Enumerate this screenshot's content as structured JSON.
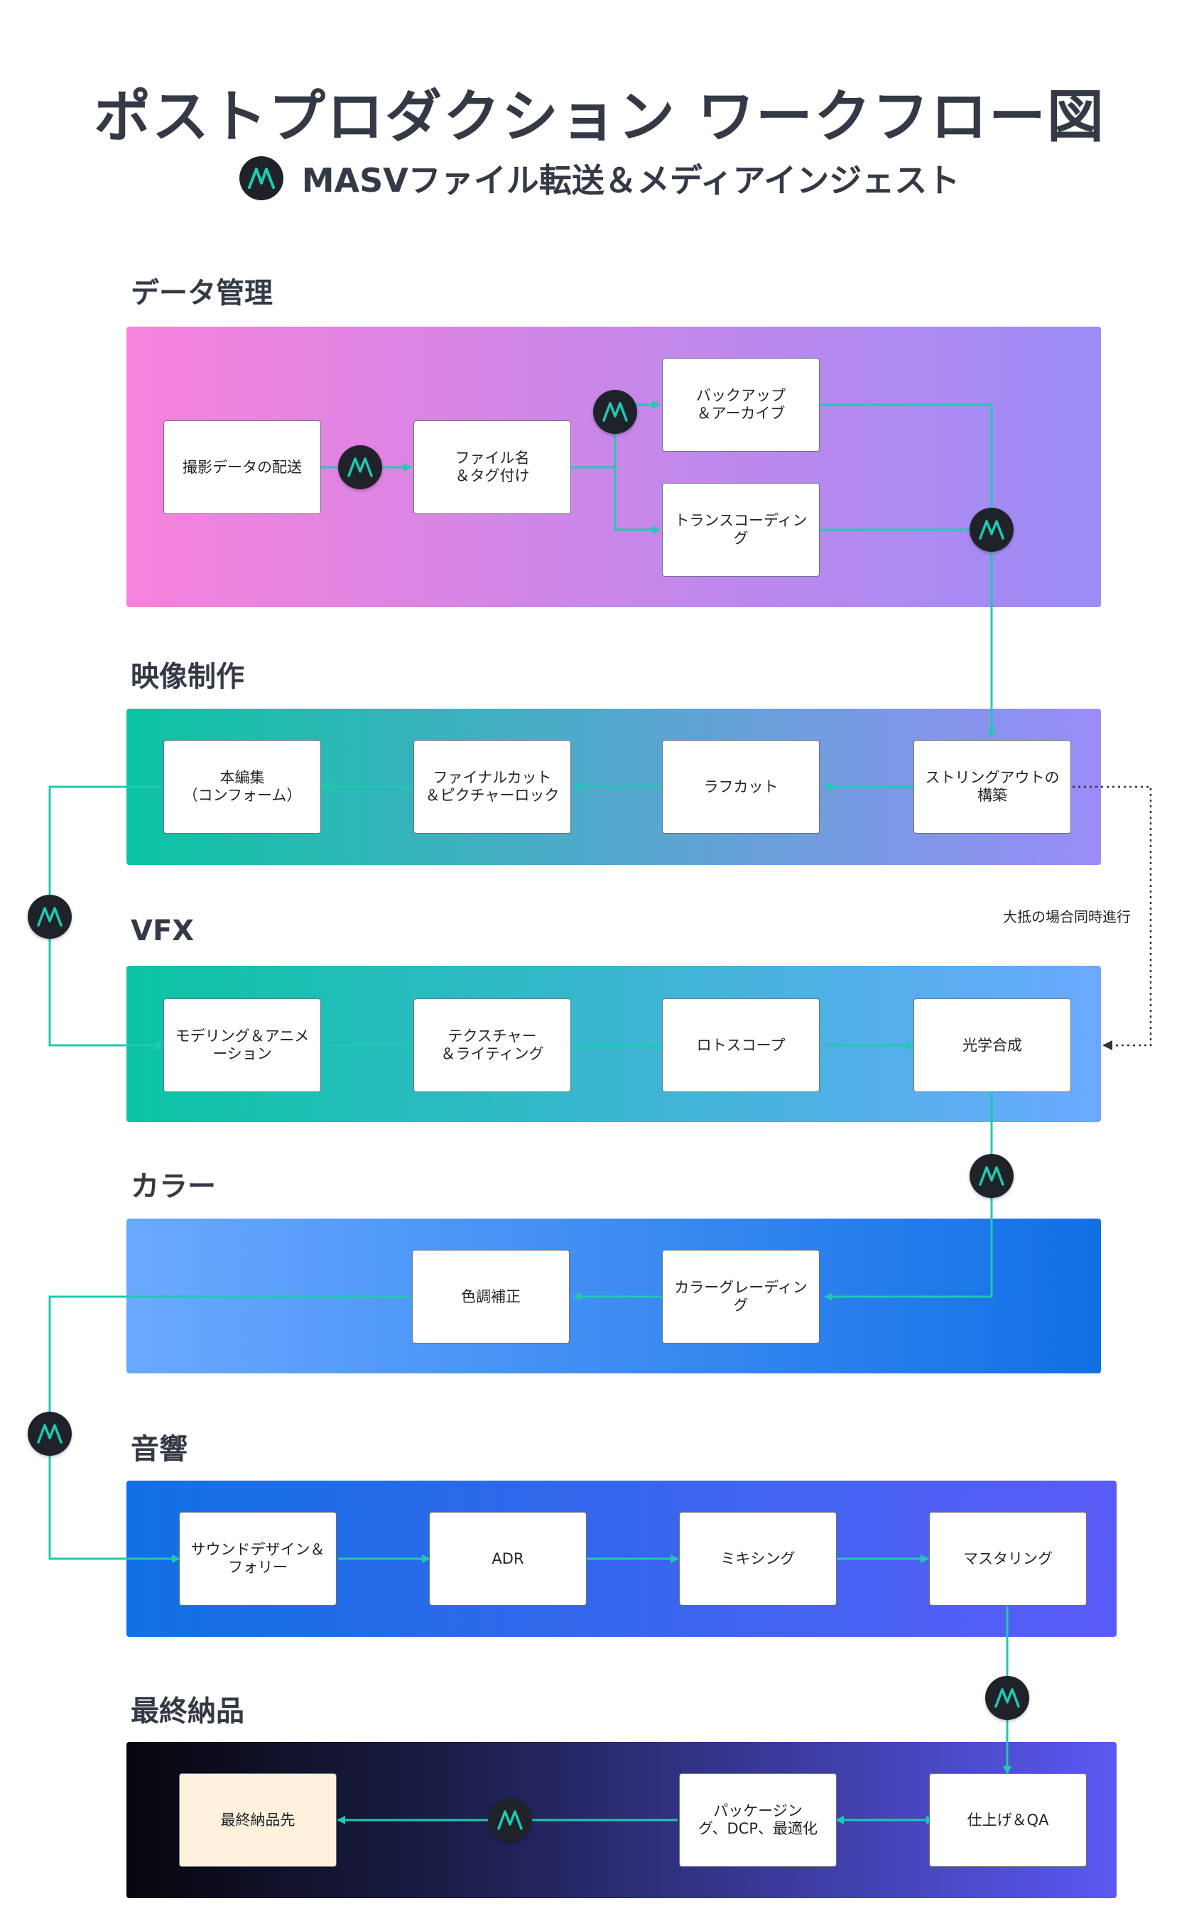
{
  "title": "ポストプロダクション ワークフロー図",
  "subtitle": "MASVファイル転送＆メディアインジェスト",
  "colors": {
    "connector": "#20c9b2",
    "badge": "#1f2329",
    "badge_mark": "#20c9b2"
  },
  "sections": {
    "data": "データ管理",
    "video": "映像制作",
    "vfx": "VFX",
    "color": "カラー",
    "sound": "音響",
    "final": "最終納品"
  },
  "nodes": {
    "delivery": "撮影データの配送",
    "naming": "ファイル名\n＆タグ付け",
    "backup": "バックアップ\n＆アーカイブ",
    "transcode": "トランスコーディン\nグ",
    "stringout": "ストリングアウトの\n構築",
    "roughcut": "ラフカット",
    "finalcut": "ファイナルカット\n＆ピクチャーロック",
    "conform": "本編集\n（コンフォーム）",
    "modeling": "モデリング＆アニメ\nーション",
    "texture": "テクスチャー\n＆ライティング",
    "roto": "ロトスコープ",
    "composite": "光学合成",
    "grading": "カラーグレーディン\nグ",
    "correction": "色調補正",
    "sounddesign": "サウンドデザイン＆\nフォリー",
    "adr": "ADR",
    "mixing": "ミキシング",
    "mastering": "マスタリング",
    "finish": "仕上げ＆QA",
    "packaging": "パッケージン\nグ、DCP、最適化",
    "destination": "最終納品先"
  },
  "parallel_note": "大抵の場合同時進行",
  "icons": {
    "masv": "masv-logo-icon"
  }
}
